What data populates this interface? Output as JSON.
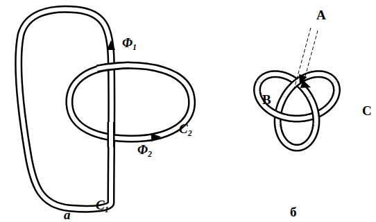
{
  "diagram": {
    "labels": [
      "Φ₁",
      "Φ₂",
      "C₂",
      "C₁",
      "a",
      "б",
      "A",
      "B",
      "C"
    ]
  }
}
